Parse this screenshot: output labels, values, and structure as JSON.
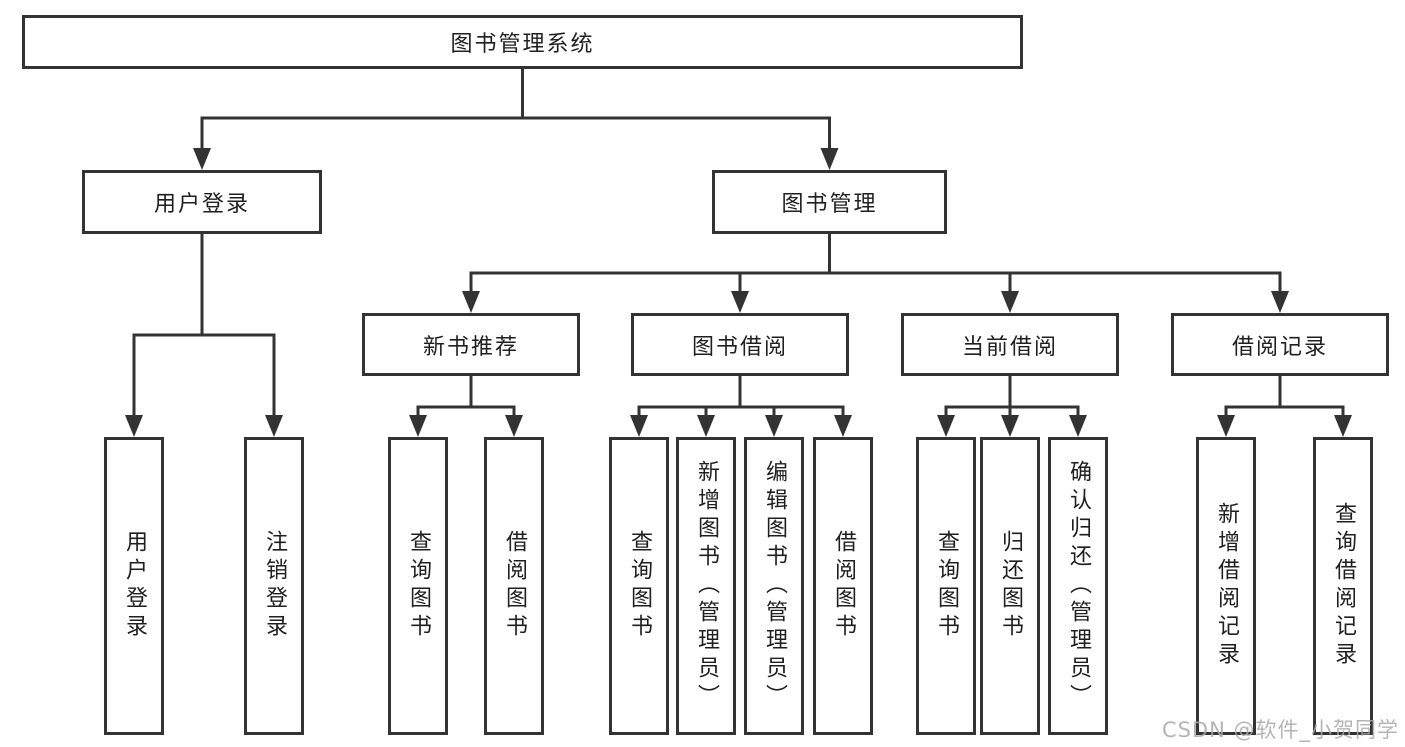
{
  "colors": {
    "line": "#333333",
    "text": "#1f1f1f",
    "background": "#ffffff",
    "watermark": "#a9a9a9"
  },
  "watermark": {
    "text": "CSDN @软件_小贺同学"
  },
  "tree": {
    "label": "图书管理系统",
    "children": [
      {
        "label": "用户登录",
        "children": [
          {
            "label": "用户登录"
          },
          {
            "label": "注销登录"
          }
        ]
      },
      {
        "label": "图书管理",
        "children": [
          {
            "label": "新书推荐",
            "children": [
              {
                "label": "查询图书"
              },
              {
                "label": "借阅图书"
              }
            ]
          },
          {
            "label": "图书借阅",
            "children": [
              {
                "label": "查询图书"
              },
              {
                "label": "新增图书（管理员）"
              },
              {
                "label": "编辑图书（管理员）"
              },
              {
                "label": "借阅图书"
              }
            ]
          },
          {
            "label": "当前借阅",
            "children": [
              {
                "label": "查询图书"
              },
              {
                "label": "归还图书"
              },
              {
                "label": "确认归还（管理员）"
              }
            ]
          },
          {
            "label": "借阅记录",
            "children": [
              {
                "label": "新增借阅记录"
              },
              {
                "label": "查询借阅记录"
              }
            ]
          }
        ]
      }
    ]
  }
}
